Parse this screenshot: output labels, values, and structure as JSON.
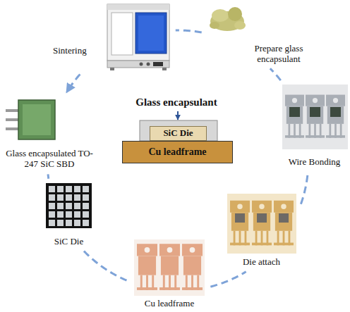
{
  "diagram": {
    "nodes": [
      {
        "text": [
          "SiC Die"
        ]
      },
      {
        "text": [
          "Cu leadframe"
        ]
      },
      {
        "text": [
          "Die attach"
        ]
      },
      {
        "text": [
          "Wire Bonding"
        ]
      },
      {
        "text": [
          "Prepare glass encapsulant"
        ]
      },
      {
        "text": [
          "Sintering"
        ]
      },
      {
        "text": [
          "Glass encapsulated TO-247 SiC SBD"
        ]
      },
      {
        "text": [
          "SiC Die"
        ]
      },
      {
        "text": [
          "Cu leadframe"
        ]
      }
    ],
    "edges": [
      {
        "from": 0,
        "to": 1,
        "arrow": "none"
      },
      {
        "from": 1,
        "to": 2,
        "arrow": "none"
      },
      {
        "from": 2,
        "to": 3,
        "arrow": "none"
      },
      {
        "from": 3,
        "to": 4,
        "arrow": "none"
      },
      {
        "from": 4,
        "to": 5,
        "arrow": "none"
      },
      {
        "from": 5,
        "to": 6,
        "arrow": "to"
      },
      {
        "from": 6,
        "to": 0,
        "arrow": "none"
      }
    ],
    "labels": [
      "Glass encapsulant"
    ]
  }
}
